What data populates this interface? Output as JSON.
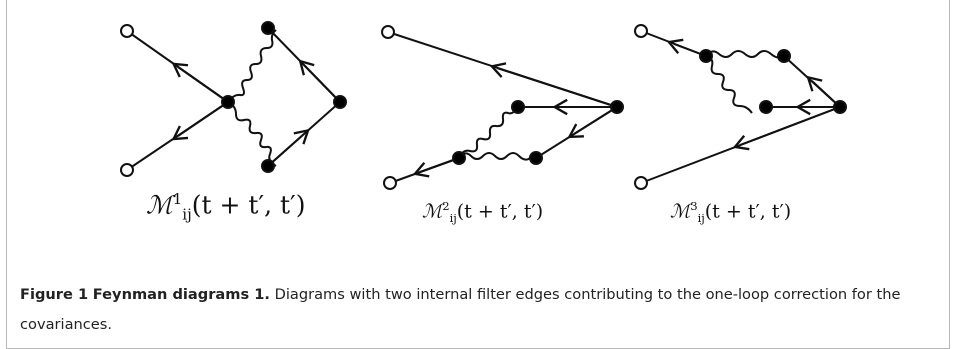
{
  "diagrams": [
    {
      "label_base": "ℳ",
      "sub": "ij",
      "sup": "1",
      "args": "(t + t′, t′)"
    },
    {
      "label_base": "ℳ",
      "sub": "ij",
      "sup": "2",
      "args": "(t + t′, t′)"
    },
    {
      "label_base": "ℳ",
      "sub": "ij",
      "sup": "3",
      "args": "(t + t′, t′)"
    }
  ],
  "caption": {
    "figure_label": "Figure 1",
    "title": "Feynman diagrams 1.",
    "text": "Diagrams with two internal filter edges contributing to the one-loop correction for the covariances."
  }
}
